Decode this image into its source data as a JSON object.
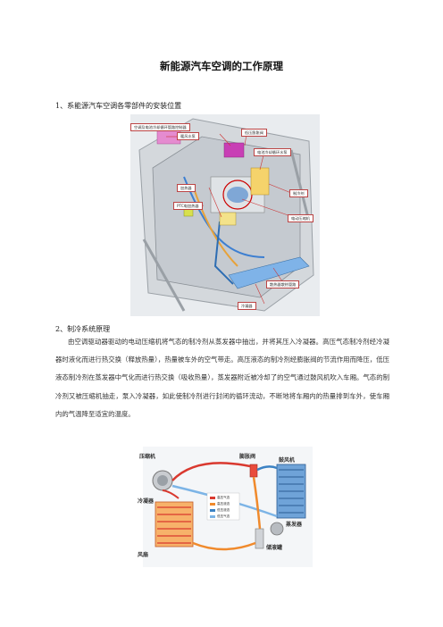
{
  "document": {
    "title": "新能源汽车空调的工作原理",
    "section1_heading": "1、系能源汽车空调各零部件的安装位置",
    "section2_heading": "2、制冷系统原理",
    "section2_paragraph": "由空调驱动器驱动的电动压缩机将气态的制冷剂从蒸发器中抽出，并将其压入冷凝器。高压气态制冷剂经冷凝器时液化而进行热交换（释放热量），热量被车外的空气带走。高压液态的制冷剂经膨胀阀的节流作用而降压，低压液态制冷剂在蒸发器中气化而进行热交换（吸收热量），蒸发器附近被冷却了的空气通过鼓风机吹入车厢。气态的制冷剂又被压缩机抽走，泵入冷凝器，如此使制冷剂进行封闭的循环流动，不断地将车厢内的热量排到车外，使车厢内的气温降至适宜的温度。"
  },
  "figure1": {
    "labels": [
      "空调及电池冷却循环管路控制器",
      "暖风水泵",
      "低压膨胀阀",
      "电池冷却循环水泵",
      "加热器",
      "制冷剂",
      "电动压缩机",
      "PTC电加热器",
      "散热器散热管路",
      "冷凝器"
    ]
  },
  "figure2": {
    "labels": {
      "compressor": "压缩机",
      "expansion_valve": "膨胀阀",
      "blower": "鼓风机",
      "condenser": "冷凝器",
      "evaporator": "蒸发器",
      "fan": "风扇",
      "receiver": "储液罐"
    },
    "legend": [
      {
        "label": "高压气态",
        "color": "#d9392f"
      },
      {
        "label": "高压液态",
        "color": "#f08a2c"
      },
      {
        "label": "低压液态",
        "color": "#3b82c4"
      },
      {
        "label": "低压气态",
        "color": "#7cb4e6"
      }
    ]
  }
}
